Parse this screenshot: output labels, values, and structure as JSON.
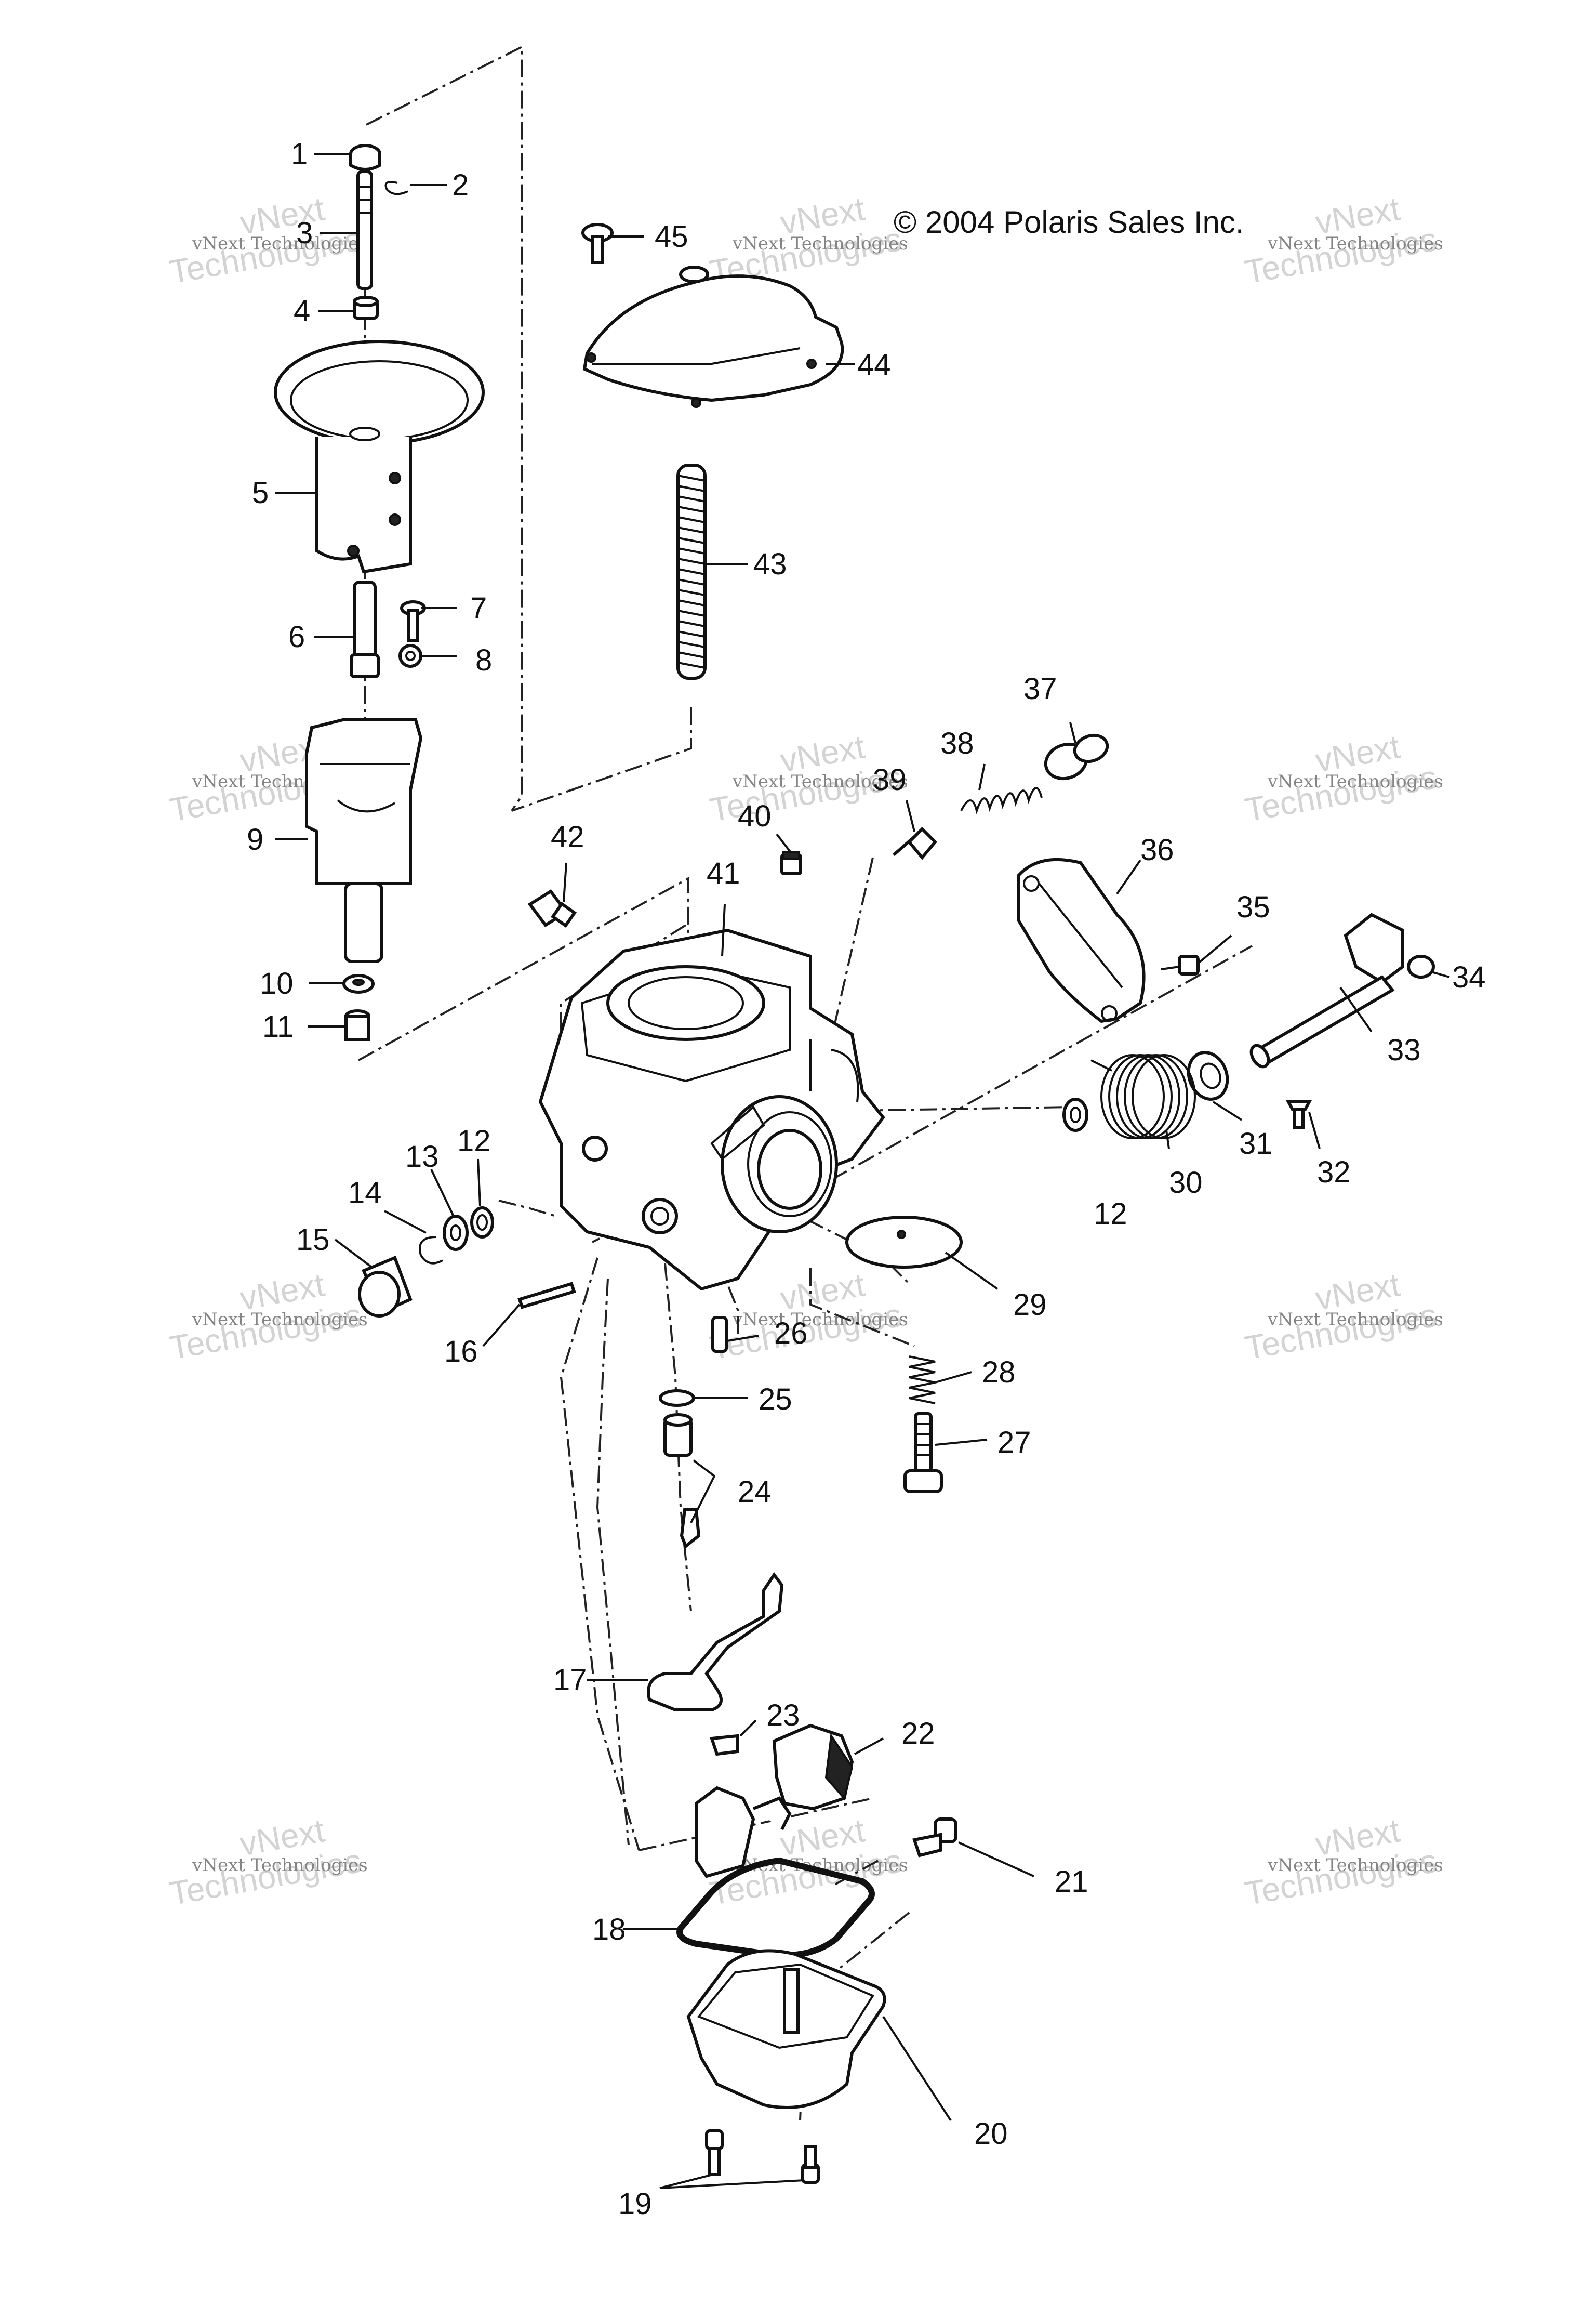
{
  "copyright": "© 2004 Polaris Sales Inc.",
  "watermark": {
    "line1": "vNext",
    "line2": "Technologies",
    "line3": "vNext Technologies"
  },
  "callouts": {
    "1": "1",
    "2": "2",
    "3": "3",
    "4": "4",
    "5": "5",
    "6": "6",
    "7": "7",
    "8": "8",
    "9": "9",
    "10": "10",
    "11": "11",
    "12": "12",
    "13": "13",
    "14": "14",
    "15": "15",
    "16": "16",
    "17": "17",
    "18": "18",
    "19": "19",
    "20": "20",
    "21": "21",
    "22": "22",
    "23": "23",
    "24": "24",
    "25": "25",
    "26": "26",
    "27": "27",
    "28": "28",
    "29": "29",
    "30": "30",
    "31": "31",
    "32": "32",
    "33": "33",
    "34": "34",
    "35": "35",
    "36": "36",
    "37": "37",
    "38": "38",
    "39": "39",
    "40": "40",
    "41": "41",
    "42": "42",
    "43": "43",
    "44": "44",
    "45": "45"
  }
}
